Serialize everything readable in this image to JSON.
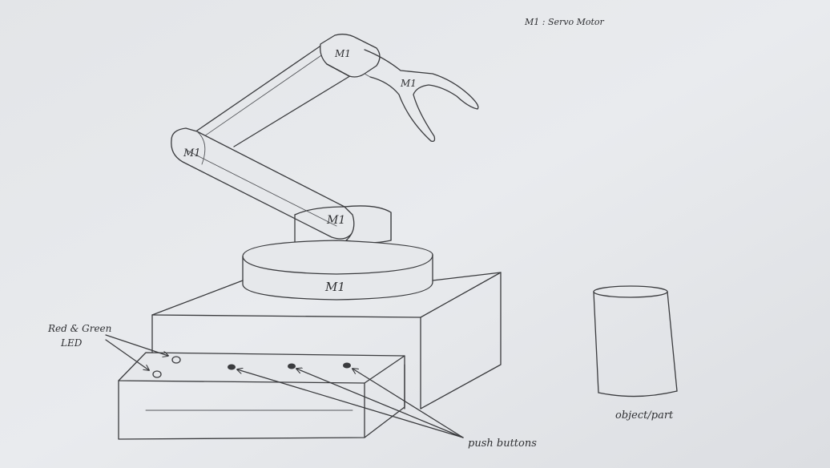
{
  "legend": {
    "text": "M1 : Servo Motor"
  },
  "motors": {
    "gripper_top": "M1",
    "gripper_joint": "M1",
    "elbow": "M1",
    "shoulder": "M1",
    "base": "M1"
  },
  "annotations": {
    "led_line1": "Red & Green",
    "led_line2": "LED",
    "push_buttons": "push buttons",
    "object": "object/part"
  },
  "colors": {
    "paper": "#e6e8eb",
    "ink": "#3a3b3e"
  }
}
